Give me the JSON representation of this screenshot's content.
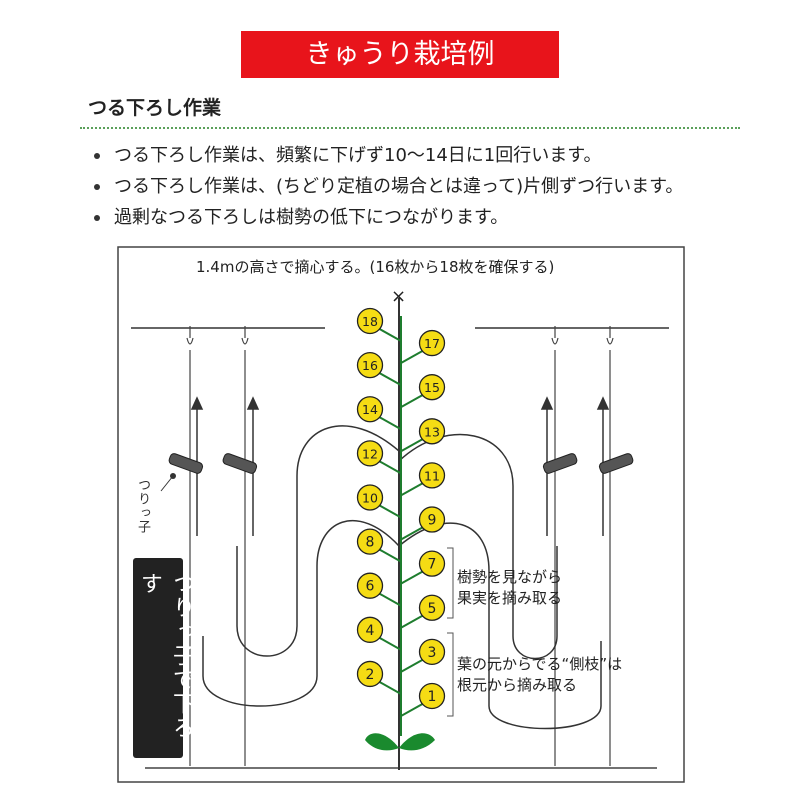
{
  "title": "きゅうり栽培例",
  "section": "つる下ろし作業",
  "bullets": [
    "つる下ろし作業は、頻繁に下げず10〜14日に1回行います。",
    "つる下ろし作業は、(ちどり定植の場合とは違って)片側ずつ行います。",
    "過剰なつる下ろしは樹勢の低下につながります。"
  ],
  "diagram": {
    "top_note": "1.4mの高さで摘心する。(16枚から18枚を確保する)",
    "top_mark": "×",
    "clip_label": "つりっ子",
    "vertical_label": "つりっ子で下ろす",
    "note_fruit": [
      "樹勢を見ながら",
      "果実を摘み取る"
    ],
    "note_side": [
      "葉の元からでる“側枝”は",
      "根元から摘み取る"
    ],
    "leaves_left": [
      "2",
      "4",
      "6",
      "8",
      "10",
      "12",
      "14",
      "16",
      "18"
    ],
    "leaves_right": [
      "1",
      "3",
      "5",
      "7",
      "9",
      "11",
      "13",
      "15",
      "17"
    ],
    "colors": {
      "banner": "#e8141b",
      "leaf": "#f5dc14",
      "stem": "#1e7d2e",
      "seedling": "#1a8a2e",
      "rule": "#5aa05a"
    }
  }
}
